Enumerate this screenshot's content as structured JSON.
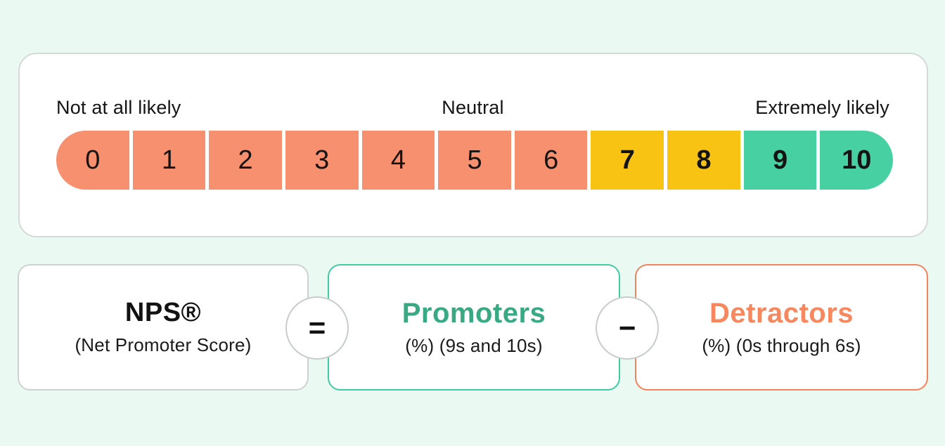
{
  "colors": {
    "page_background": "#ebf9f3",
    "card_background": "#ffffff",
    "card_border": "#d5d9d8",
    "detractor_segment": "#f7906e",
    "passive_segment": "#f8c313",
    "promoter_segment": "#47d0a2",
    "promoters_title": "#38a982",
    "detractors_title": "#f6875f",
    "promoters_box_border": "#3ecca0",
    "detractors_box_border": "#f5825b",
    "operator_circle_border": "#c8cccb",
    "text": "#141414"
  },
  "scale": {
    "labels": {
      "left": "Not at all likely",
      "center": "Neutral",
      "right": "Extremely likely"
    },
    "segments": [
      {
        "value": "0",
        "group": "detractor"
      },
      {
        "value": "1",
        "group": "detractor"
      },
      {
        "value": "2",
        "group": "detractor"
      },
      {
        "value": "3",
        "group": "detractor"
      },
      {
        "value": "4",
        "group": "detractor"
      },
      {
        "value": "5",
        "group": "detractor"
      },
      {
        "value": "6",
        "group": "detractor"
      },
      {
        "value": "7",
        "group": "passive"
      },
      {
        "value": "8",
        "group": "passive"
      },
      {
        "value": "9",
        "group": "promoter"
      },
      {
        "value": "10",
        "group": "promoter"
      }
    ]
  },
  "formula": {
    "nps": {
      "title": "NPS®",
      "subtitle": "(Net Promoter Score)"
    },
    "equals_sign": "=",
    "promoters": {
      "title": "Promoters",
      "subtitle": "(%) (9s and 10s)"
    },
    "minus_sign": "−",
    "detractors": {
      "title": "Detractors",
      "subtitle": "(%) (0s through 6s)"
    }
  }
}
